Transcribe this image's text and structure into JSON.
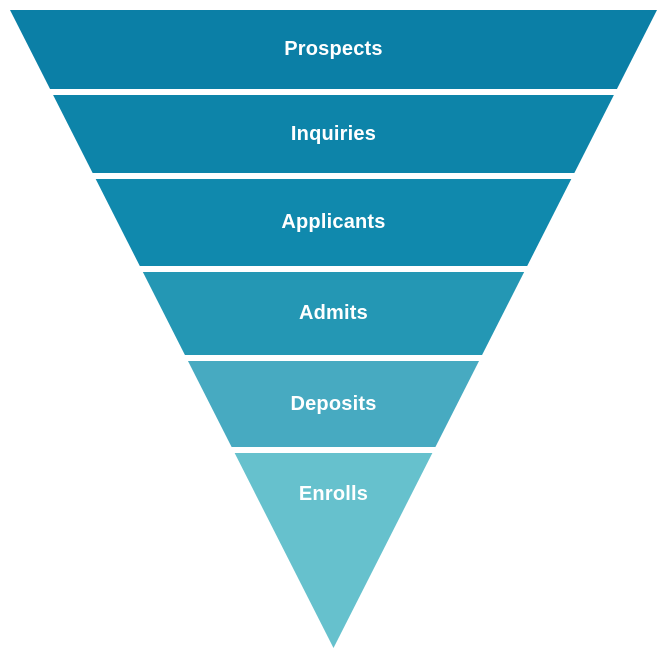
{
  "diagram": {
    "type": "funnel",
    "orientation": "inverted-triangle",
    "background_color": "#ffffff",
    "divider_color": "#ffffff",
    "text_color": "#ffffff",
    "stages": [
      {
        "label": "Prospects",
        "color": "#0b7fa6"
      },
      {
        "label": "Inquiries",
        "color": "#0d84a9"
      },
      {
        "label": "Applicants",
        "color": "#1089ad"
      },
      {
        "label": "Admits",
        "color": "#2497b4"
      },
      {
        "label": "Deposits",
        "color": "#47aac1"
      },
      {
        "label": "Enrolls",
        "color": "#66c1cd"
      }
    ]
  }
}
